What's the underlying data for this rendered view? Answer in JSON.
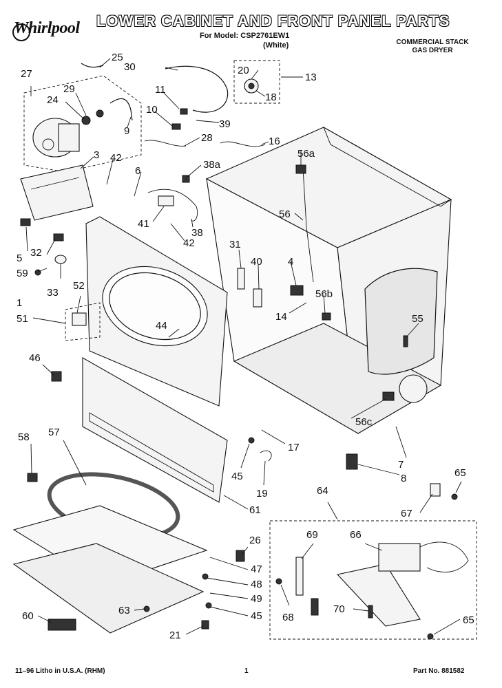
{
  "header": {
    "brand": "Whirlpool",
    "title": "LOWER CABINET AND FRONT PANEL PARTS",
    "model_line": "For Model: CSP2761EW1",
    "variant": "(White)",
    "description_lines": [
      "COMMERCIAL STACK",
      "GAS DRYER"
    ]
  },
  "footer": {
    "left": "11–96 Litho in U.S.A. (RHM)",
    "page": "1",
    "part_no": "Part No. 881582"
  },
  "callouts": {
    "c1": "1",
    "c3": "3",
    "c4": "4",
    "c5": "5",
    "c6": "6",
    "c7": "7",
    "c8": "8",
    "c9": "9",
    "c10": "10",
    "c11": "11",
    "c13": "13",
    "c14": "14",
    "c16": "16",
    "c17": "17",
    "c18": "18",
    "c19": "19",
    "c20": "20",
    "c21": "21",
    "c24": "24",
    "c25": "25",
    "c26": "26",
    "c27": "27",
    "c28": "28",
    "c29": "29",
    "c30": "30",
    "c31": "31",
    "c32": "32",
    "c33": "33",
    "c38": "38",
    "c38a": "38a",
    "c39": "39",
    "c40": "40",
    "c41": "41",
    "c42a": "42",
    "c42b": "42",
    "c44": "44",
    "c45a": "45",
    "c45b": "45",
    "c46": "46",
    "c47": "47",
    "c48": "48",
    "c49": "49",
    "c51": "51",
    "c52": "52",
    "c55": "55",
    "c56": "56",
    "c56a": "56a",
    "c56b": "56b",
    "c56c": "56c",
    "c57": "57",
    "c58": "58",
    "c59": "59",
    "c60": "60",
    "c61": "61",
    "c63": "63",
    "c64": "64",
    "c65a": "65",
    "c65b": "65",
    "c66": "66",
    "c67": "67",
    "c68": "68",
    "c69": "69",
    "c70": "70"
  }
}
